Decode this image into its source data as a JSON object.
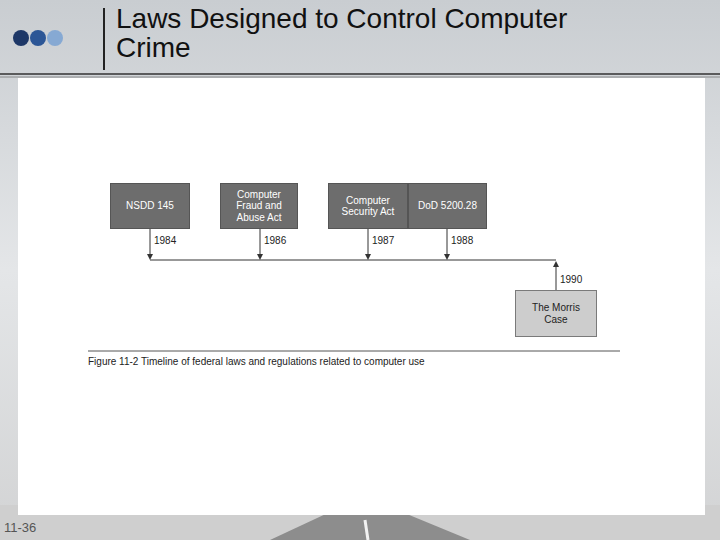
{
  "diagram": {
    "title": "Laws Designed to Control Computer Crime",
    "caption": "Figure 11-2 Timeline of federal laws and regulations related to computer use",
    "nodes": [
      {
        "text": [
          "NSDD 145"
        ]
      },
      {
        "text": [
          "Computer Fraud and Abuse Act"
        ]
      },
      {
        "text": [
          "Computer Security Act"
        ]
      },
      {
        "text": [
          "DoD 5200.28"
        ]
      },
      {
        "text": [
          "The Morris Case"
        ]
      }
    ],
    "labels": [
      "1984",
      "1986",
      "1987",
      "1988",
      "1990",
      "11-36"
    ]
  }
}
